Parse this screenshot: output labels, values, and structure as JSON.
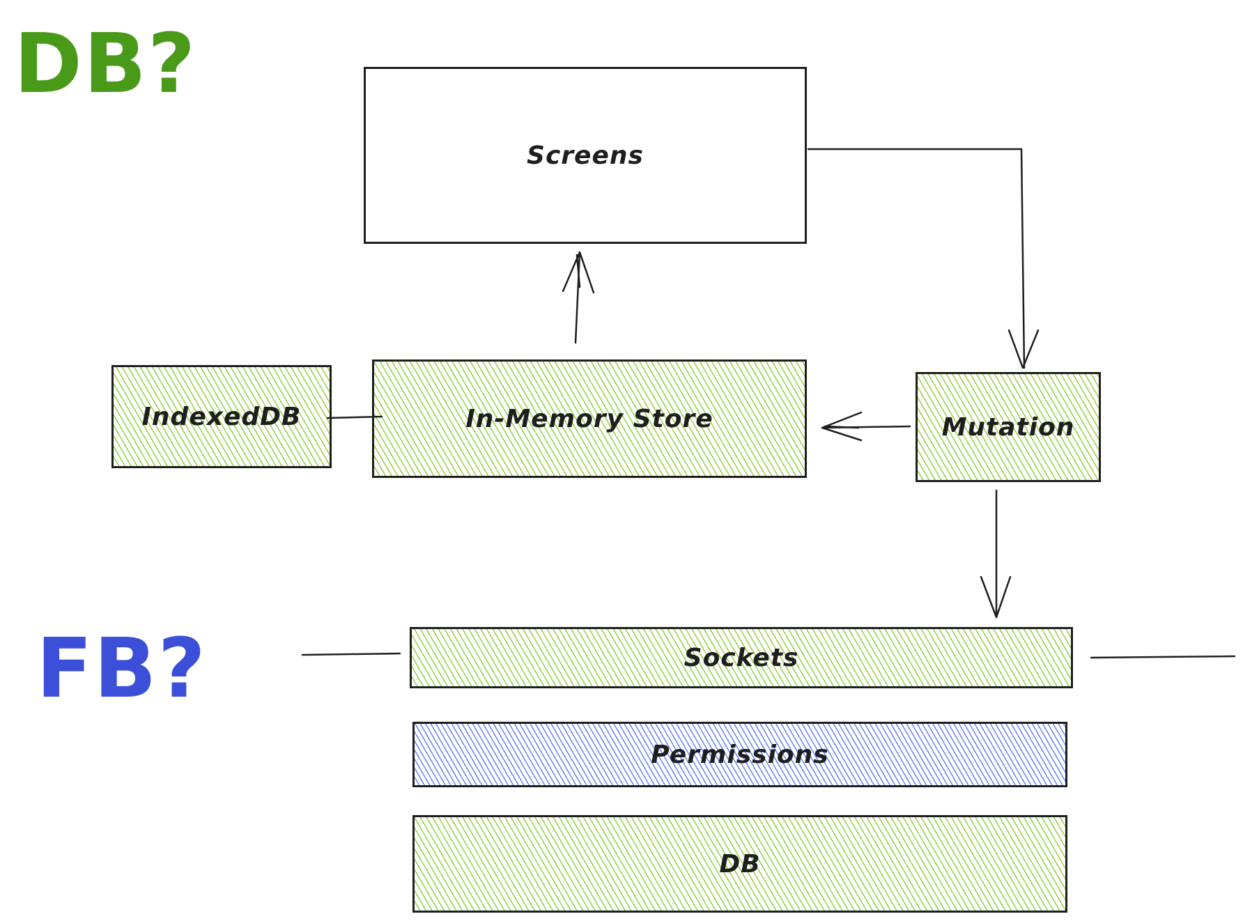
{
  "notes": {
    "db_question": "DB?",
    "fb_question": "FB?"
  },
  "boxes": {
    "screens": "Screens",
    "indexeddb": "IndexedDB",
    "in_memory_store": "In-Memory Store",
    "mutation": "Mutation",
    "sockets": "Sockets",
    "permissions": "Permissions",
    "db": "DB"
  },
  "colors": {
    "green_note": "#4a9a1a",
    "blue_note": "#3b4fd8",
    "green_fill": "#82c91e",
    "blue_fill": "#4c6ef5",
    "stroke": "#1e1e1e"
  }
}
